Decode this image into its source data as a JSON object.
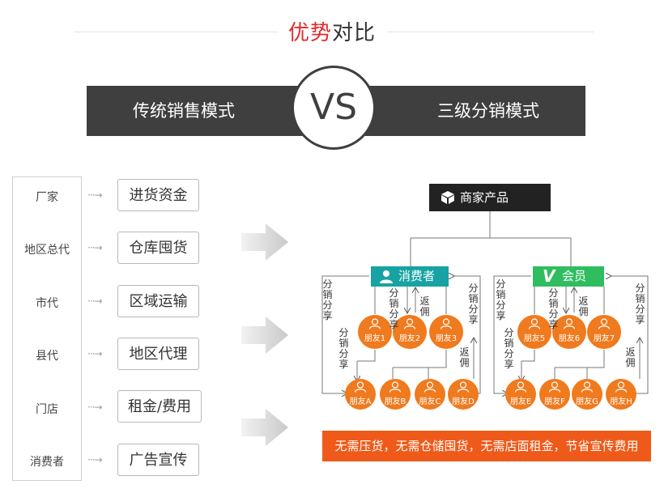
{
  "title": {
    "highlight": "优势",
    "rest": "对比"
  },
  "banner": {
    "left_label": "传统销售模式",
    "vs": "VS",
    "right_label": "三级分销模式"
  },
  "traditional": [
    {
      "role": "厂家",
      "item": "进货资金"
    },
    {
      "role": "地区总代",
      "item": "仓库囤货"
    },
    {
      "role": "市代",
      "item": "区域运输"
    },
    {
      "role": "县代",
      "item": "地区代理"
    },
    {
      "role": "门店",
      "item": "租金/费用"
    },
    {
      "role": "消费者",
      "item": "广告宣传"
    }
  ],
  "arrow_glyph": "···→",
  "diagram": {
    "top_node": "商家产品",
    "consumer_node": "消费者",
    "member_node": "会员",
    "member_v": "V",
    "level1_left": [
      "朋友1",
      "朋友2",
      "朋友3"
    ],
    "level1_right": [
      "朋友5",
      "朋友6",
      "朋友7"
    ],
    "level2_left": [
      "朋友A",
      "朋友B",
      "朋友C",
      "朋友D"
    ],
    "level2_right": [
      "朋友E",
      "朋友F",
      "朋友G",
      "朋友H"
    ],
    "label_share": "分销分享",
    "label_rebate": "返佣"
  },
  "bottom_banner": "无需压货，无需仓储囤货，无需店面租金，节省宣传费用",
  "colors": {
    "accent_red": "#e02a2a",
    "banner_dark": "#3f3f3f",
    "consumer_teal": "#17a3a3",
    "member_green": "#2fbd5f",
    "friend_orange": "#f07a1e",
    "bottom_orange": "#ef5a1a"
  }
}
